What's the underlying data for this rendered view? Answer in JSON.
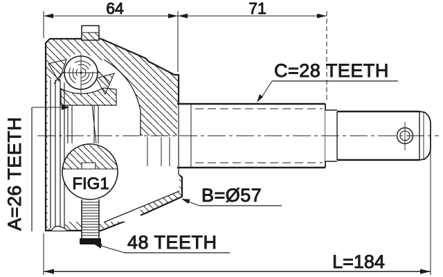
{
  "drawing": {
    "type": "technical-drawing",
    "subject": "CV joint cross-section",
    "figure_label": "FIG1",
    "dims": {
      "width_left": "64",
      "width_right": "71",
      "total_length": "L=184"
    },
    "labels": {
      "spline_a": "A=26 TEETH",
      "spline_c": "C=28 TEETH",
      "abs_ring": "48 TEETH",
      "diameter_b": "B=Ø57"
    },
    "colors": {
      "ink": "#1c1c1c",
      "paper": "#ffffff"
    }
  }
}
